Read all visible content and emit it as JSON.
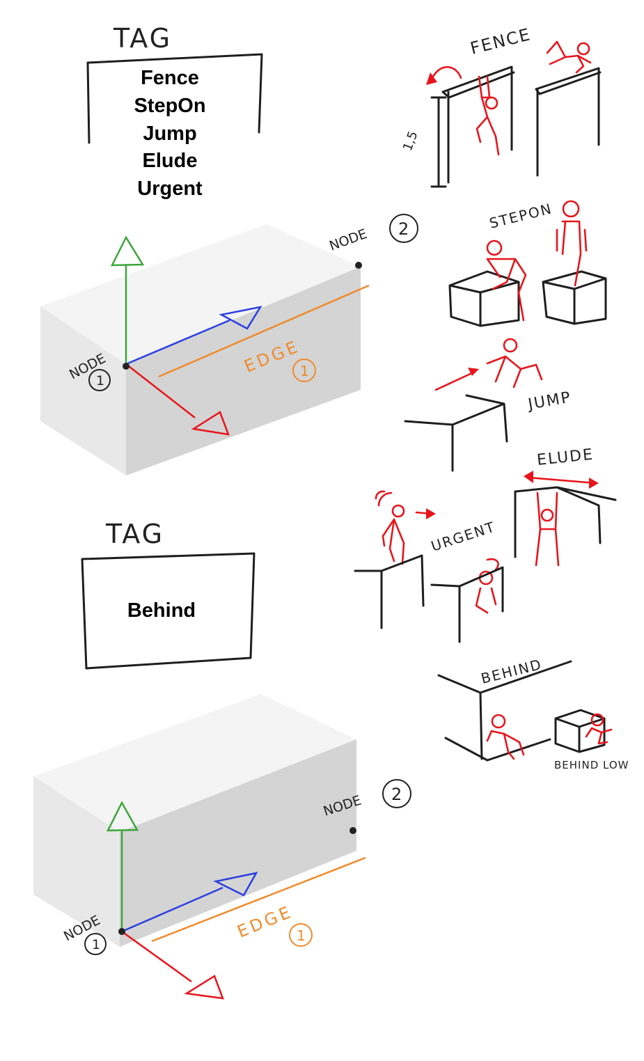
{
  "top_panel": {
    "tag_title": "TAG",
    "tags": [
      "Fence",
      "StepOn",
      "Jump",
      "Elude",
      "Urgent"
    ],
    "node1_label": "NODE",
    "node1_number": "1",
    "node2_label": "NODE",
    "node2_number": "2",
    "edge_label": "EDGE",
    "edge_number": "1"
  },
  "bottom_panel": {
    "tag_title": "TAG",
    "tags": [
      "Behind"
    ],
    "node1_label": "NODE",
    "node1_number": "1",
    "node2_label": "NODE",
    "node2_number": "2",
    "edge_label": "EDGE",
    "edge_number": "1"
  },
  "sketches": {
    "fence": "FENCE",
    "fence_height": "1,5",
    "stepon": "STEPON",
    "jump": "JUMP",
    "elude": "ELUDE",
    "urgent": "URGENT",
    "behind": "BEHIND",
    "behind_low": "BEHIND LOW"
  },
  "colors": {
    "axis_up": "#3aa63a",
    "axis_forward": "#2a3fe0",
    "axis_out": "#e8141b",
    "edge": "#f08a2a",
    "figures": "#e8141b",
    "box_top": "#f4f4f4",
    "box_front": "#d6d6d6",
    "box_side": "#e9e9e9"
  }
}
